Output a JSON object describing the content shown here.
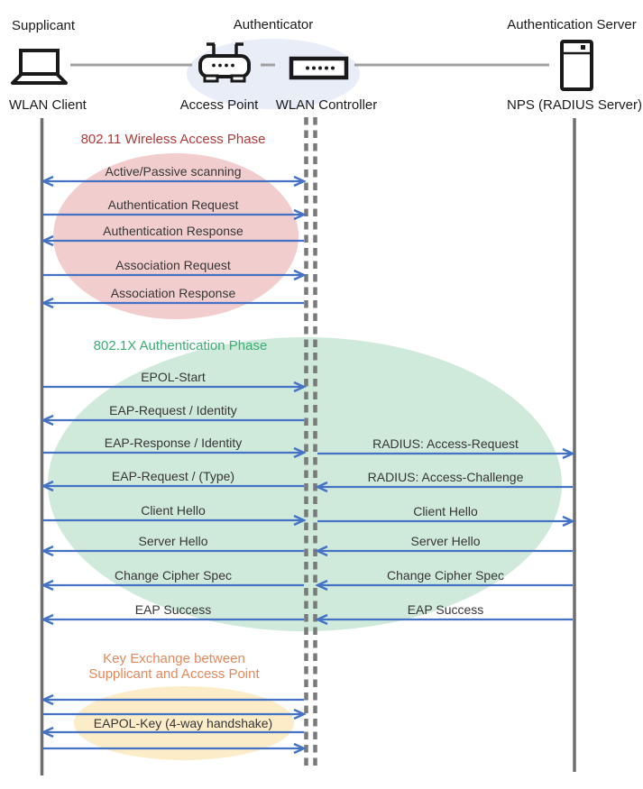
{
  "header": {
    "roles": [
      {
        "label": "Supplicant"
      },
      {
        "label": "Authenticator"
      },
      {
        "label": "Authentication Server"
      }
    ],
    "devices": [
      {
        "label": "WLAN Client",
        "icon": "laptop-icon"
      },
      {
        "label": "Access Point",
        "icon": "access-point-icon"
      },
      {
        "label": "WLAN Controller",
        "icon": "wlan-controller-icon"
      },
      {
        "label": "NPS (RADIUS Server)",
        "icon": "server-icon"
      }
    ]
  },
  "colors": {
    "arrow": "#4472c4",
    "lifeline": "#6e6e6e",
    "lifeline_dashed": "#7a7a7a",
    "connector": "#a0a0a0",
    "icon": "#1a1a1a",
    "authenticator_ellipse": "#e9edf8",
    "phase1_ellipse": "#f2cdcd",
    "phase2_ellipse": "#cfe9db",
    "phase3_ellipse": "#fcecc8",
    "phase1_title": "#b03a3a",
    "phase2_title": "#3aae73",
    "phase3_title": "#e2885c",
    "message_text": "#363636"
  },
  "phases": [
    {
      "title": "802.11 Wireless Access Phase",
      "messages": [
        {
          "label": "Active/Passive scanning",
          "from": "WLAN Client",
          "to": "WLAN Controller",
          "direction": "bidirectional"
        },
        {
          "label": "Authentication Request",
          "from": "WLAN Client",
          "to": "WLAN Controller",
          "direction": "right"
        },
        {
          "label": "Authentication Response",
          "from": "WLAN Controller",
          "to": "WLAN Client",
          "direction": "left"
        },
        {
          "label": "Association Request",
          "from": "WLAN Client",
          "to": "WLAN Controller",
          "direction": "right"
        },
        {
          "label": "Association Response",
          "from": "WLAN Controller",
          "to": "WLAN Client",
          "direction": "left"
        }
      ]
    },
    {
      "title": "802.1X Authentication Phase",
      "client_messages": [
        {
          "label": "EPOL-Start",
          "from": "WLAN Client",
          "to": "WLAN Controller",
          "direction": "right"
        },
        {
          "label": "EAP-Request / Identity",
          "from": "WLAN Controller",
          "to": "WLAN Client",
          "direction": "left"
        },
        {
          "label": "EAP-Response / Identity",
          "from": "WLAN Client",
          "to": "WLAN Controller",
          "direction": "right"
        },
        {
          "label": "EAP-Request / (Type)",
          "from": "WLAN Controller",
          "to": "WLAN Client",
          "direction": "left"
        },
        {
          "label": "Client Hello",
          "from": "WLAN Client",
          "to": "WLAN Controller",
          "direction": "right"
        },
        {
          "label": "Server Hello",
          "from": "WLAN Controller",
          "to": "WLAN Client",
          "direction": "left"
        },
        {
          "label": "Change Cipher Spec",
          "from": "WLAN Controller",
          "to": "WLAN Client",
          "direction": "left"
        },
        {
          "label": "EAP Success",
          "from": "WLAN Controller",
          "to": "WLAN Client",
          "direction": "left"
        }
      ],
      "server_messages": [
        {
          "label": "RADIUS: Access-Request",
          "from": "WLAN Controller",
          "to": "NPS (RADIUS Server)",
          "direction": "right"
        },
        {
          "label": "RADIUS: Access-Challenge",
          "from": "NPS (RADIUS Server)",
          "to": "WLAN Controller",
          "direction": "left"
        },
        {
          "label": "Client Hello",
          "from": "WLAN Controller",
          "to": "NPS (RADIUS Server)",
          "direction": "right"
        },
        {
          "label": "Server Hello",
          "from": "NPS (RADIUS Server)",
          "to": "WLAN Controller",
          "direction": "left"
        },
        {
          "label": "Change Cipher Spec",
          "from": "NPS (RADIUS Server)",
          "to": "WLAN Controller",
          "direction": "left"
        },
        {
          "label": "EAP Success",
          "from": "NPS (RADIUS Server)",
          "to": "WLAN Controller",
          "direction": "left"
        }
      ]
    },
    {
      "title_lines": [
        "Key Exchange between",
        "Supplicant and Access Point"
      ],
      "messages": [
        {
          "label": "EAPOL-Key (4-way handshake)",
          "from": "WLAN Client",
          "to": "WLAN Controller",
          "direction": "bidirectional",
          "arrow_sequence": [
            "left",
            "right",
            "left",
            "right"
          ]
        }
      ]
    }
  ]
}
